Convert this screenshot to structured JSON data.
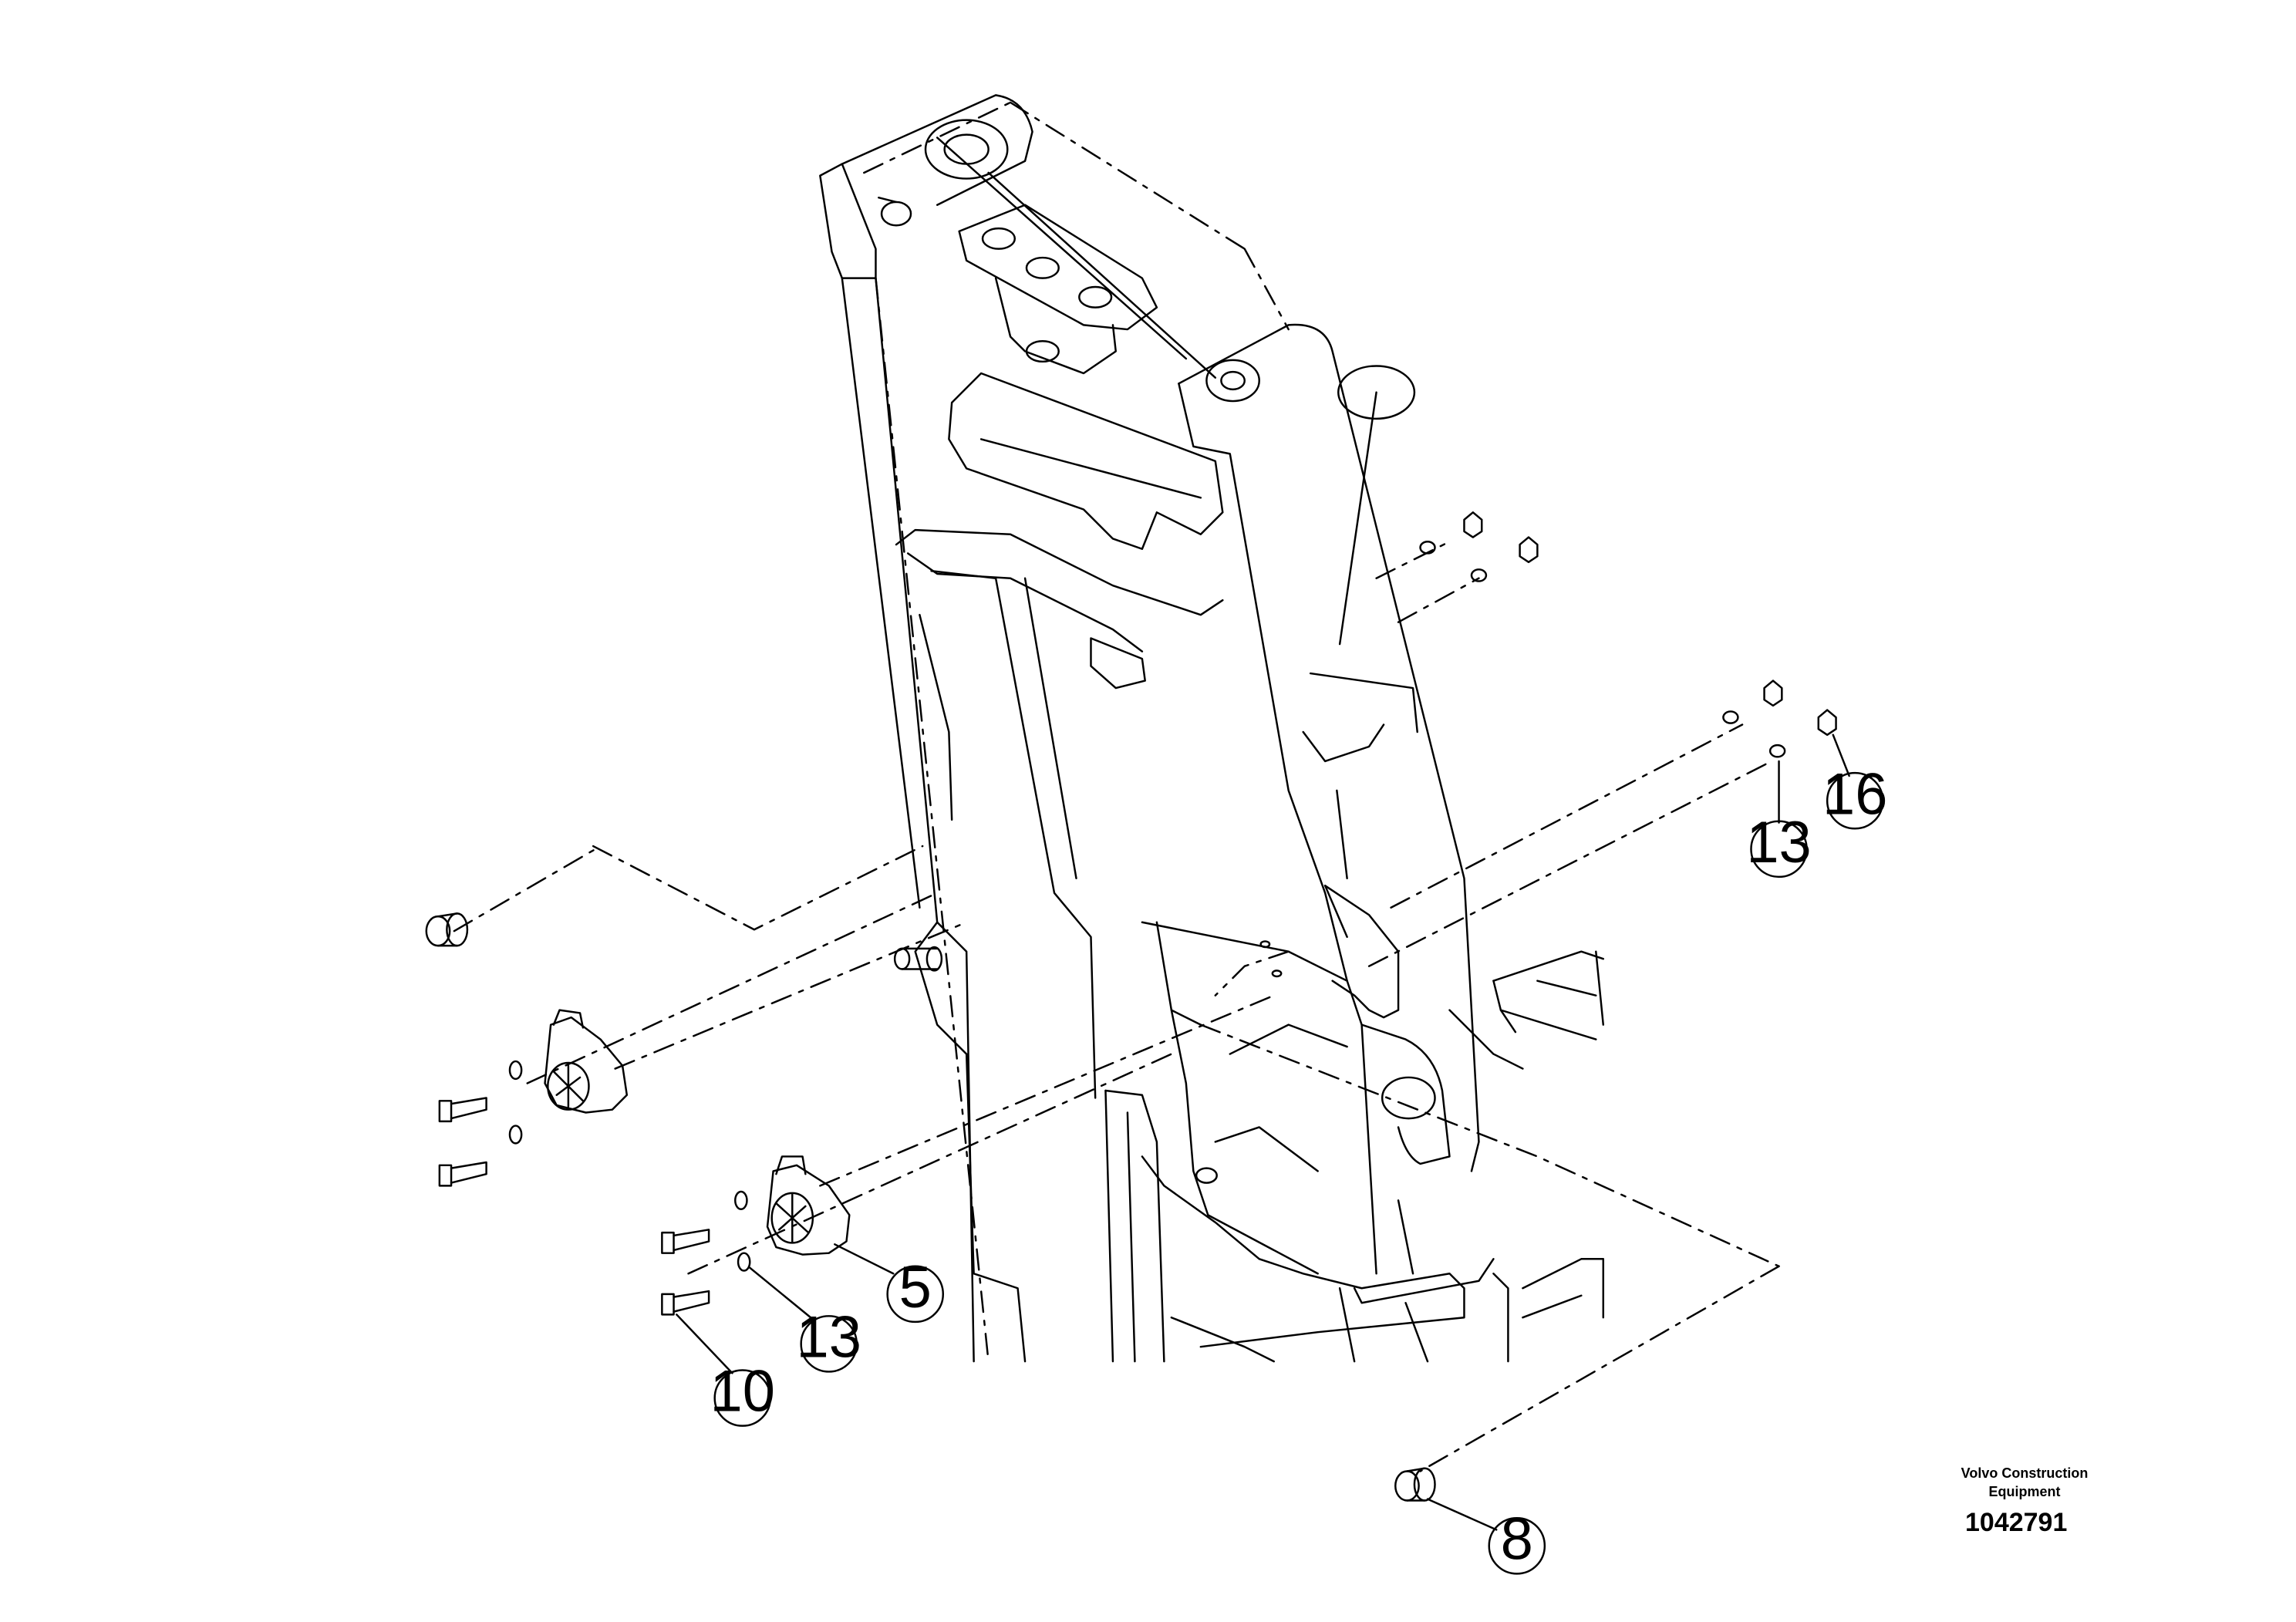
{
  "diagram": {
    "callouts": [
      {
        "id": "c16",
        "label": "16"
      },
      {
        "id": "c13a",
        "label": "13"
      },
      {
        "id": "c5",
        "label": "5"
      },
      {
        "id": "c13b",
        "label": "13"
      },
      {
        "id": "c10",
        "label": "10"
      },
      {
        "id": "c8",
        "label": "8"
      }
    ]
  },
  "brand": {
    "line1": "Volvo Construction",
    "line2": "Equipment"
  },
  "document": {
    "number": "1042791"
  },
  "colors": {
    "line": "#000000",
    "background": "#ffffff"
  }
}
